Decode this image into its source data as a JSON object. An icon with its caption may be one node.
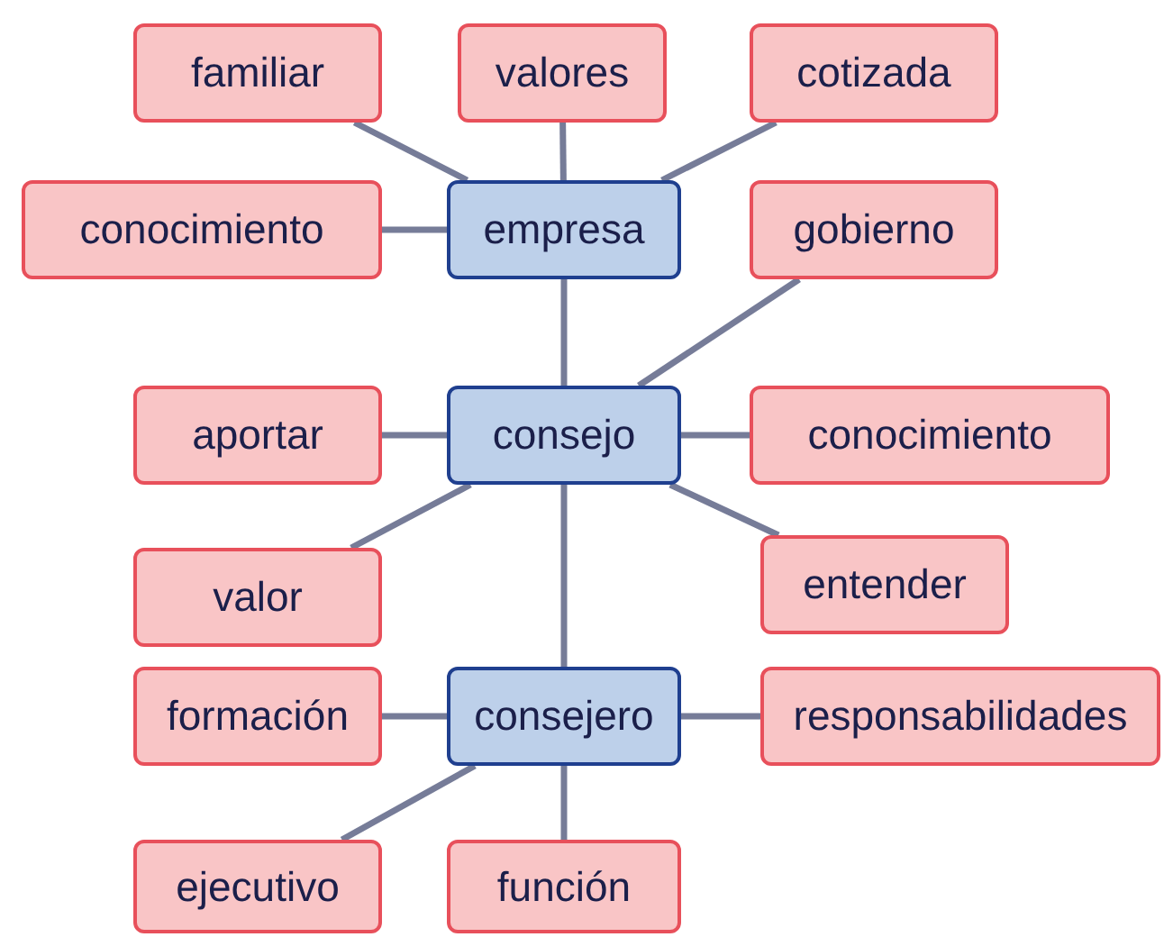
{
  "diagram": {
    "nodes": [
      {
        "text": [
          "familiar"
        ]
      },
      {
        "text": [
          "valores"
        ]
      },
      {
        "text": [
          "cotizada"
        ]
      },
      {
        "text": [
          "conocimiento"
        ]
      },
      {
        "text": [
          "empresa"
        ]
      },
      {
        "text": [
          "gobierno"
        ]
      },
      {
        "text": [
          "aportar"
        ]
      },
      {
        "text": [
          "consejo"
        ]
      },
      {
        "text": [
          "conocimiento"
        ]
      },
      {
        "text": [
          "valor"
        ]
      },
      {
        "text": [
          "entender"
        ]
      },
      {
        "text": [
          "formación"
        ]
      },
      {
        "text": [
          "consejero"
        ]
      },
      {
        "text": [
          "responsabilidades"
        ]
      },
      {
        "text": [
          "ejecutivo"
        ]
      },
      {
        "text": [
          "función"
        ]
      }
    ],
    "edges": [
      {
        "from": 0,
        "to": 4,
        "arrow": "none"
      },
      {
        "from": 1,
        "to": 4,
        "arrow": "none"
      },
      {
        "from": 2,
        "to": 4,
        "arrow": "none"
      },
      {
        "from": 3,
        "to": 4,
        "arrow": "none"
      },
      {
        "from": 4,
        "to": 7,
        "arrow": "none"
      },
      {
        "from": 5,
        "to": 7,
        "arrow": "none"
      },
      {
        "from": 6,
        "to": 7,
        "arrow": "none"
      },
      {
        "from": 7,
        "to": 8,
        "arrow": "none"
      },
      {
        "from": 9,
        "to": 7,
        "arrow": "none"
      },
      {
        "from": 7,
        "to": 10,
        "arrow": "none"
      },
      {
        "from": 7,
        "to": 12,
        "arrow": "none"
      },
      {
        "from": 11,
        "to": 12,
        "arrow": "none"
      },
      {
        "from": 12,
        "to": 13,
        "arrow": "none"
      },
      {
        "from": 14,
        "to": 12,
        "arrow": "none"
      },
      {
        "from": 12,
        "to": 15,
        "arrow": "none"
      }
    ]
  }
}
